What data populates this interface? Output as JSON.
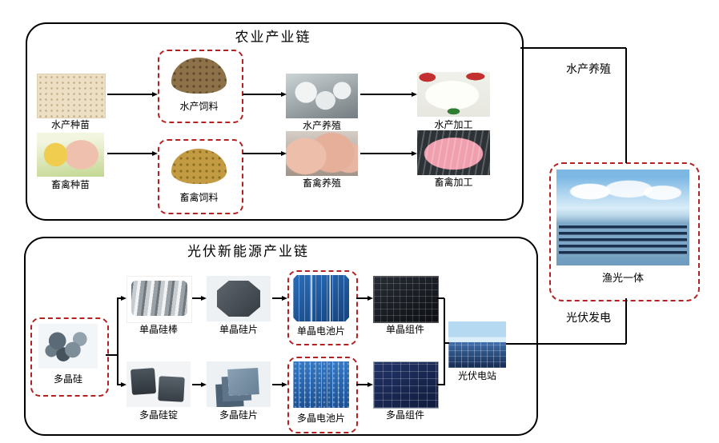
{
  "colors": {
    "panel_border": "#000000",
    "highlight_dashed_border": "#b22222",
    "line": "#000000",
    "background": "#ffffff"
  },
  "agri": {
    "title": "农业产业链",
    "aquatic_seed": "水产种苗",
    "aquatic_feed": "水产饲料",
    "aquaculture": "水产养殖",
    "aquatic_processing": "水产加工",
    "livestock_seed": "畜禽种苗",
    "livestock_feed": "畜禽饲料",
    "livestock_breeding": "畜禽养殖",
    "livestock_processing": "畜禽加工"
  },
  "pv": {
    "title": "光伏新能源产业链",
    "polysilicon": "多晶硅",
    "mono_rod": "单晶硅棒",
    "mono_wafer": "单晶硅片",
    "mono_cell": "单晶电池片",
    "mono_module": "单晶组件",
    "poly_ingot": "多晶硅锭",
    "poly_wafer": "多晶硅片",
    "poly_cell": "多晶电池片",
    "poly_module": "多晶组件",
    "pv_station": "光伏电站"
  },
  "links": {
    "fishery_pv_integration": "渔光一体",
    "aquaculture_to_integration": "水产养殖",
    "pv_generation_to_integration": "光伏发电"
  }
}
